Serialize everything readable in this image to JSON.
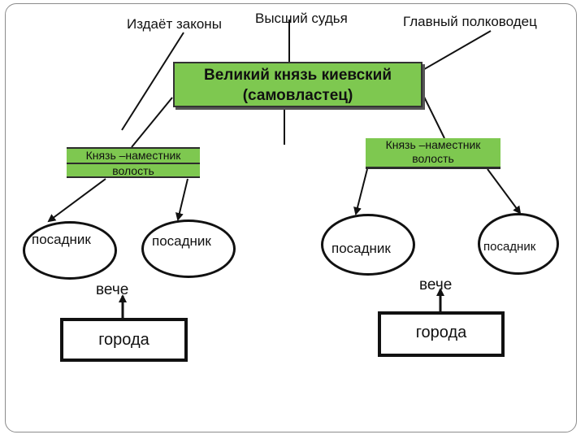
{
  "diagram": {
    "powers": {
      "laws": "Издаёт законы",
      "judge": "Высший судья",
      "commander": "Главный полководец"
    },
    "grand_prince": {
      "line1": "Великий князь киевский",
      "line2": "(самовластец)"
    },
    "viceroy_left": {
      "line1": "Князь –наместник",
      "line2": "волость"
    },
    "viceroy_right": {
      "line1": "Князь –наместник",
      "line2": "волость"
    },
    "posadniks": [
      "посадник",
      "посадник",
      "посадник",
      "посадник"
    ],
    "veche": [
      "вече",
      "вече"
    ],
    "cities": [
      "города",
      "города"
    ],
    "colors": {
      "box_fill": "#7ec850",
      "outline": "#111111"
    }
  }
}
